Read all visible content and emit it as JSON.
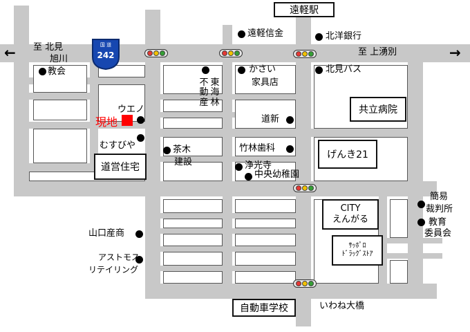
{
  "colors": {
    "road": "#c8c8c8",
    "block_border": "#555555",
    "site_marker": "#ff0000",
    "signal_red": "#e53935",
    "signal_yellow": "#f2c200",
    "signal_green": "#35a035",
    "route_shield": "#1747b0"
  },
  "directions": {
    "west_line1": "至  北見",
    "west_line2": "旭川",
    "east": "至  上湧別"
  },
  "route": {
    "label_top": "国 道",
    "number": "242"
  },
  "stations": {
    "north": "遠軽駅"
  },
  "site": {
    "label": "現地"
  },
  "places": {
    "church": "教会",
    "engaru_shinkin": "遠軽信金",
    "hokuyo_bank": "北洋銀行",
    "kasai_line1": "かさい",
    "kasai_line2": "家具店",
    "kitami_bus": "北見バス",
    "fudosan": "不動産",
    "toukairin": "東海林",
    "ueno": "ウエノ",
    "doshin": "道新",
    "musubiya": "むすびや",
    "chaki_line1": "茶木",
    "chaki_line2": "建設",
    "takebayashi": "竹林歯科",
    "joukouji": "浄光寺",
    "chuo_kindergarten": "中央幼稚園",
    "yamaguchi": "山口産商",
    "astomos_line1": "アストモス",
    "astomos_line2": "リテイリング",
    "court_line1": "簡易",
    "court_line2": "裁判所",
    "board_line1": "教育",
    "board_line2": "委員会",
    "iwane_bridge": "いわね大橋"
  },
  "boxes": {
    "kyoritsu": "共立病院",
    "genki": "げんき21",
    "dokyoku": "道営住宅",
    "city_line1": "CITY",
    "city_line2": "えんがる",
    "sundrug_line1": "ｻｯﾎﾟﾛ",
    "sundrug_line2": "ﾄﾞﾗｯｸﾞｽﾄｱ",
    "driving_school": "自動車学校"
  }
}
